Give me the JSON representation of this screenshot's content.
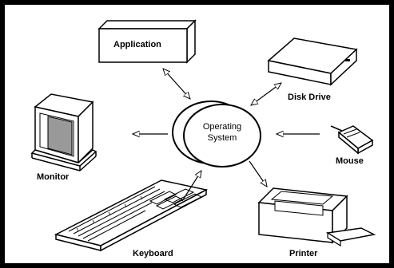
{
  "diagram": {
    "center": {
      "line1": "Operating",
      "line2": "System"
    },
    "nodes": {
      "application": "Application",
      "disk_drive": "Disk Drive",
      "monitor": "Monitor",
      "mouse": "Mouse",
      "keyboard": "Keyboard",
      "printer": "Printer"
    },
    "edges": [
      {
        "from": "application",
        "to": "operating-system",
        "direction": "both"
      },
      {
        "from": "disk-drive",
        "to": "operating-system",
        "direction": "both"
      },
      {
        "from": "operating-system",
        "to": "monitor",
        "direction": "forward"
      },
      {
        "from": "mouse",
        "to": "operating-system",
        "direction": "forward"
      },
      {
        "from": "keyboard",
        "to": "operating-system",
        "direction": "forward"
      },
      {
        "from": "operating-system",
        "to": "printer",
        "direction": "forward"
      }
    ],
    "colors": {
      "line": "#000000",
      "fill": "#ffffff",
      "screen": "#999999",
      "frame": "#000000"
    }
  }
}
